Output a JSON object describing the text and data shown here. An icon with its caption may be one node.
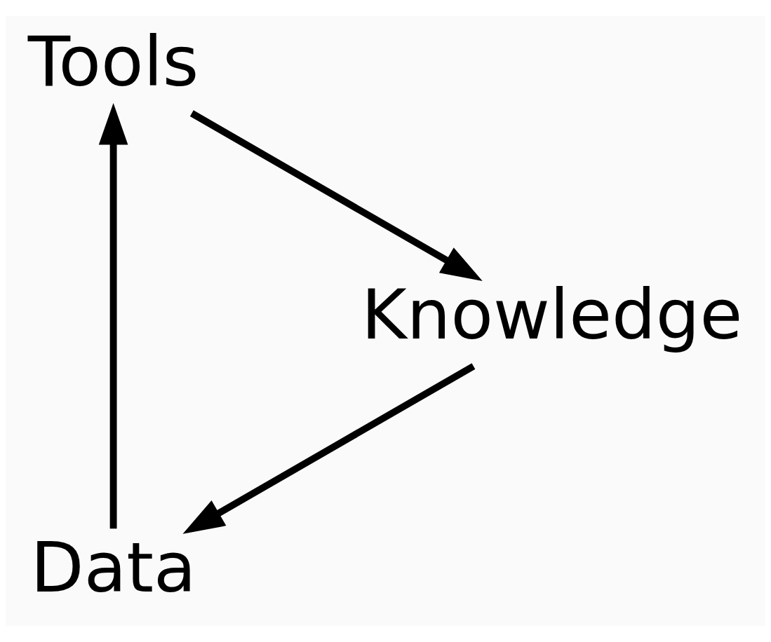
{
  "diagram": {
    "nodes": [
      {
        "text": [
          "Data"
        ]
      },
      {
        "text": [
          "Tools"
        ]
      },
      {
        "text": [
          "Knowledge"
        ]
      }
    ],
    "edges": [
      {
        "from": 0,
        "to": 1,
        "arrow": "to"
      },
      {
        "from": 1,
        "to": 2,
        "arrow": "to"
      },
      {
        "from": 2,
        "to": 0,
        "arrow": "to"
      }
    ]
  }
}
